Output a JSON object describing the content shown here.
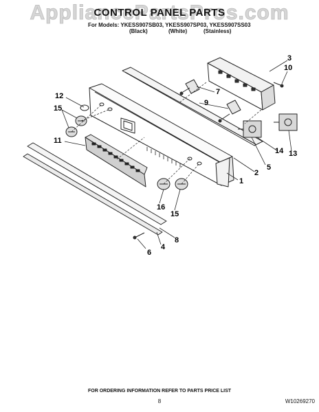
{
  "watermark": "AppliancePartsPros.com",
  "title": "CONTROL PANEL PARTS",
  "models_line": "For Models: YKESS907SB03, YKESS907SP03, YKESS907SS03",
  "finishes": [
    "(Black)",
    "(White)",
    "(Stainless)"
  ],
  "callouts": [
    "3",
    "10",
    "7",
    "12",
    "9",
    "15",
    "11",
    "5",
    "14",
    "13",
    "2",
    "1",
    "16",
    "15",
    "8",
    "4",
    "6"
  ],
  "footer": {
    "ordering_note": "FOR ORDERING INFORMATION REFER TO PARTS PRICE LIST",
    "page_number": "8",
    "document_number": "W10269270"
  }
}
